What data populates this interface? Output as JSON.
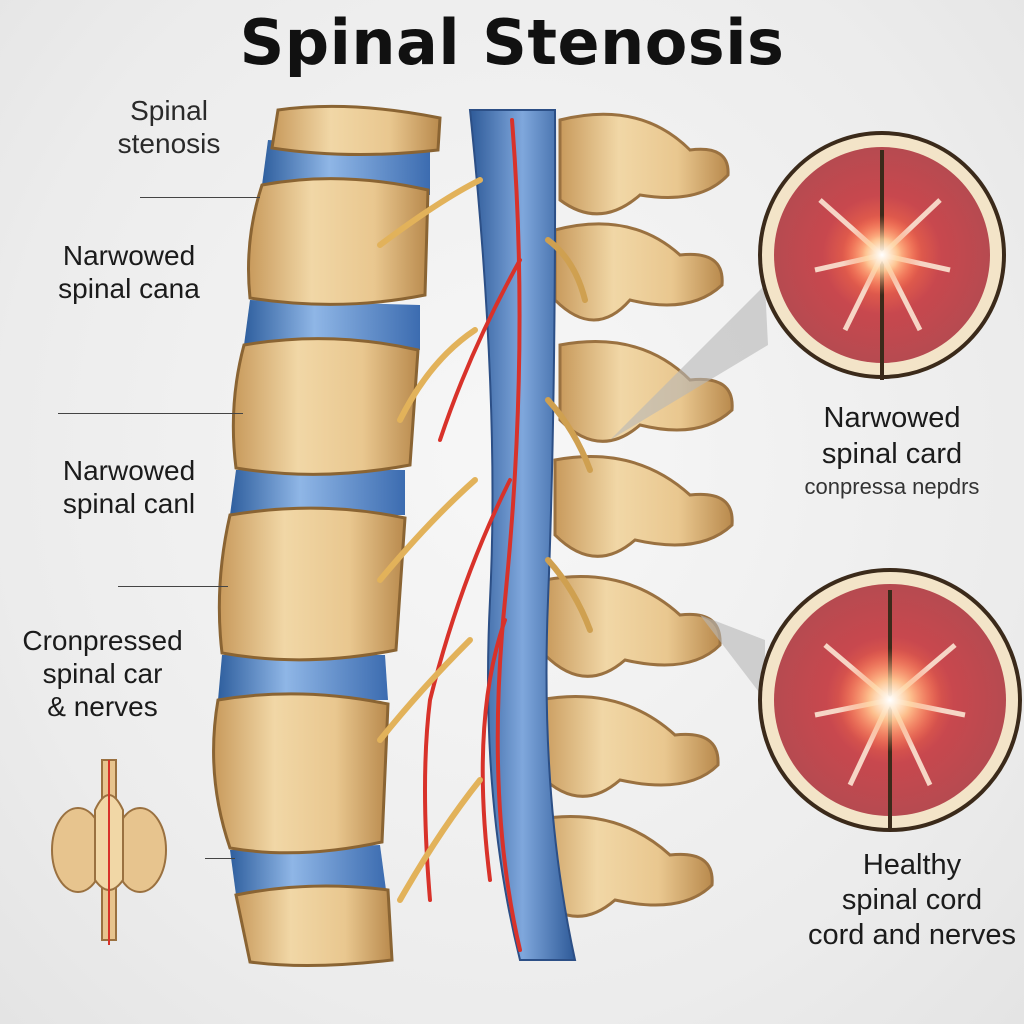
{
  "title": "Spinal Stenosis",
  "labels_left": [
    {
      "line1": "Spinal",
      "line2": "stenosis"
    },
    {
      "line1": "Narwowed",
      "line2": "spinal cana"
    },
    {
      "line1": "Narwowed",
      "line2": "spinal canl"
    },
    {
      "line1": "Cronpressed",
      "line2": "spinal car",
      "line3": "& nerves"
    }
  ],
  "labels_right": [
    {
      "line1": "Narwowed",
      "line2": "spinal card",
      "line3": "conpressa nepdrs"
    },
    {
      "line1": "Healthy",
      "line2": "spinal cord",
      "line3": "cord and nerves"
    }
  ],
  "colors": {
    "bone": "#e7c48e",
    "bone_dark": "#b98a4d",
    "disc": "#5f8fd0",
    "cord": "#4f7fc2",
    "vessel": "#d8322a",
    "nerve": "#e2b25a",
    "tissue": "#c95a5e"
  }
}
